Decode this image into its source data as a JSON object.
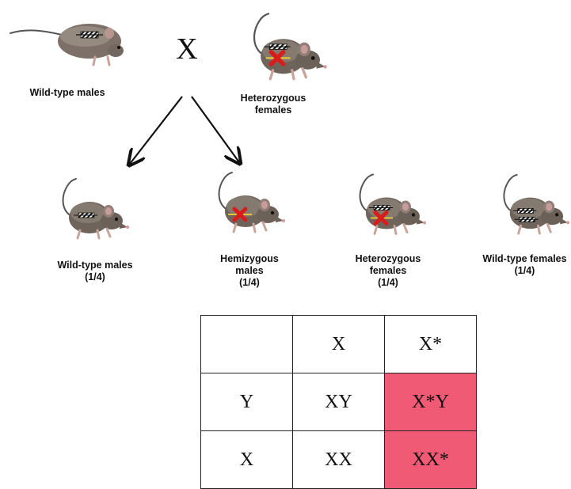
{
  "cross_symbol": "X",
  "parents": {
    "male_label": "Wild-type males",
    "female_label_line1": "Heterozygous",
    "female_label_line2": "females"
  },
  "offspring": [
    {
      "line1": "Wild-type males",
      "line2": "",
      "line3": "(1/4)"
    },
    {
      "line1": "Hemizygous",
      "line2": "males",
      "line3": "(1/4)"
    },
    {
      "line1": "Heterozygous",
      "line2": "females",
      "line3": "(1/4)"
    },
    {
      "line1": "Wild-type females",
      "line2": "",
      "line3": "(1/4)"
    }
  ],
  "punnett": {
    "header": [
      "",
      "X",
      "X*"
    ],
    "rows": [
      [
        "Y",
        "XY",
        "X*Y"
      ],
      [
        "X",
        "XX",
        "XX*"
      ]
    ],
    "highlight_color": "#f05a74"
  }
}
